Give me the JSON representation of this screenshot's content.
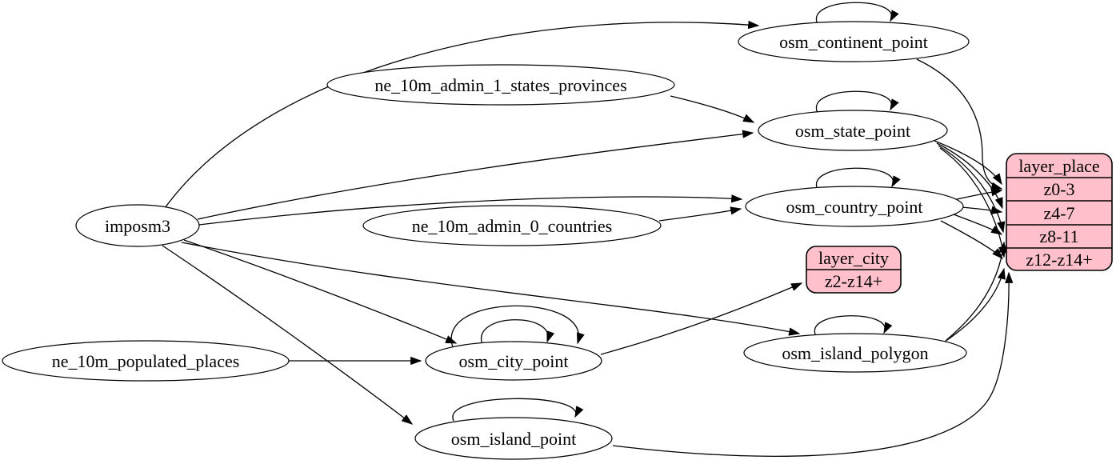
{
  "diagram": {
    "title": "place layer ETL graph",
    "background_color": "#ffffff",
    "edge_color": "#000000",
    "node_fill": "#ffffff",
    "record_fill": "#ffc0cb",
    "layout": "left-to-right graphviz digraph"
  },
  "nodes": {
    "imposm3": {
      "label": "imposm3",
      "shape": "ellipse"
    },
    "ne_10m_admin_1_states_provinces": {
      "label": "ne_10m_admin_1_states_provinces",
      "shape": "ellipse"
    },
    "ne_10m_admin_0_countries": {
      "label": "ne_10m_admin_0_countries",
      "shape": "ellipse"
    },
    "ne_10m_populated_places": {
      "label": "ne_10m_populated_places",
      "shape": "ellipse"
    },
    "osm_continent_point": {
      "label": "osm_continent_point",
      "shape": "ellipse",
      "self_loops": 1
    },
    "osm_state_point": {
      "label": "osm_state_point",
      "shape": "ellipse",
      "self_loops": 1
    },
    "osm_country_point": {
      "label": "osm_country_point",
      "shape": "ellipse",
      "self_loops": 1
    },
    "osm_city_point": {
      "label": "osm_city_point",
      "shape": "ellipse",
      "self_loops": 2
    },
    "osm_island_polygon": {
      "label": "osm_island_polygon",
      "shape": "ellipse",
      "self_loops": 1
    },
    "osm_island_point": {
      "label": "osm_island_point",
      "shape": "ellipse",
      "self_loops": 1
    },
    "layer_city": {
      "title": "layer_city",
      "rows": [
        "z2-z14+"
      ],
      "fill": "#ffc0cb"
    },
    "layer_place": {
      "title": "layer_place",
      "rows": [
        "z0-3",
        "z4-7",
        "z8-11",
        "z12-z14+"
      ],
      "fill": "#ffc0cb"
    }
  },
  "edges": [
    {
      "from": "imposm3",
      "to": "osm_continent_point"
    },
    {
      "from": "imposm3",
      "to": "osm_state_point"
    },
    {
      "from": "imposm3",
      "to": "osm_country_point"
    },
    {
      "from": "imposm3",
      "to": "osm_city_point"
    },
    {
      "from": "imposm3",
      "to": "osm_island_polygon"
    },
    {
      "from": "imposm3",
      "to": "osm_island_point"
    },
    {
      "from": "ne_10m_admin_1_states_provinces",
      "to": "osm_state_point"
    },
    {
      "from": "ne_10m_admin_0_countries",
      "to": "osm_country_point"
    },
    {
      "from": "ne_10m_populated_places",
      "to": "osm_city_point"
    },
    {
      "from": "osm_continent_point",
      "to": "osm_continent_point"
    },
    {
      "from": "osm_state_point",
      "to": "osm_state_point"
    },
    {
      "from": "osm_country_point",
      "to": "osm_country_point"
    },
    {
      "from": "osm_city_point",
      "to": "osm_city_point"
    },
    {
      "from": "osm_city_point",
      "to": "osm_city_point"
    },
    {
      "from": "osm_island_polygon",
      "to": "osm_island_polygon"
    },
    {
      "from": "osm_island_point",
      "to": "osm_island_point"
    },
    {
      "from": "osm_continent_point",
      "to": "layer_place:z0-3"
    },
    {
      "from": "osm_state_point",
      "to": "layer_place:z0-3"
    },
    {
      "from": "osm_state_point",
      "to": "layer_place:z4-7"
    },
    {
      "from": "osm_state_point",
      "to": "layer_place:z8-11"
    },
    {
      "from": "osm_state_point",
      "to": "layer_place:z12-z14+"
    },
    {
      "from": "osm_country_point",
      "to": "layer_place:z0-3"
    },
    {
      "from": "osm_country_point",
      "to": "layer_place:z4-7"
    },
    {
      "from": "osm_country_point",
      "to": "layer_place:z8-11"
    },
    {
      "from": "osm_country_point",
      "to": "layer_place:z12-z14+"
    },
    {
      "from": "osm_island_polygon",
      "to": "layer_place:z8-11"
    },
    {
      "from": "osm_island_polygon",
      "to": "layer_place:z12-z14+"
    },
    {
      "from": "osm_island_point",
      "to": "layer_place:z12-z14+"
    },
    {
      "from": "osm_city_point",
      "to": "layer_city:z2-z14+"
    }
  ]
}
